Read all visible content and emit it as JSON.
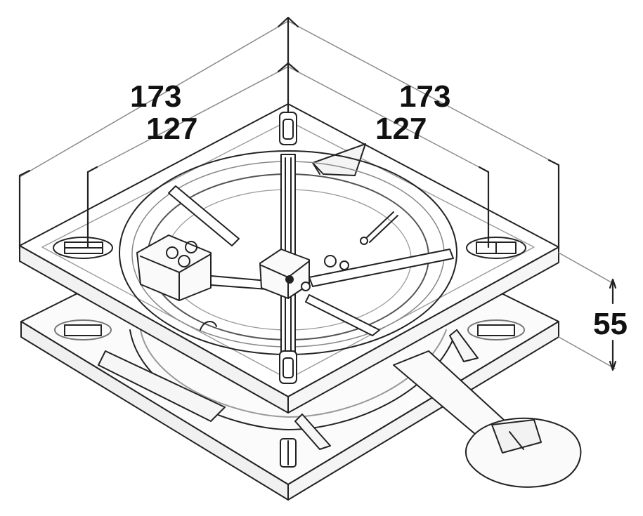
{
  "dimensions": {
    "outer_left": "173",
    "inner_left": "127",
    "outer_right": "173",
    "inner_right": "127",
    "height": "55"
  },
  "colors": {
    "line": "#222222",
    "light_line": "#8a8a8a",
    "background": "#ffffff"
  }
}
